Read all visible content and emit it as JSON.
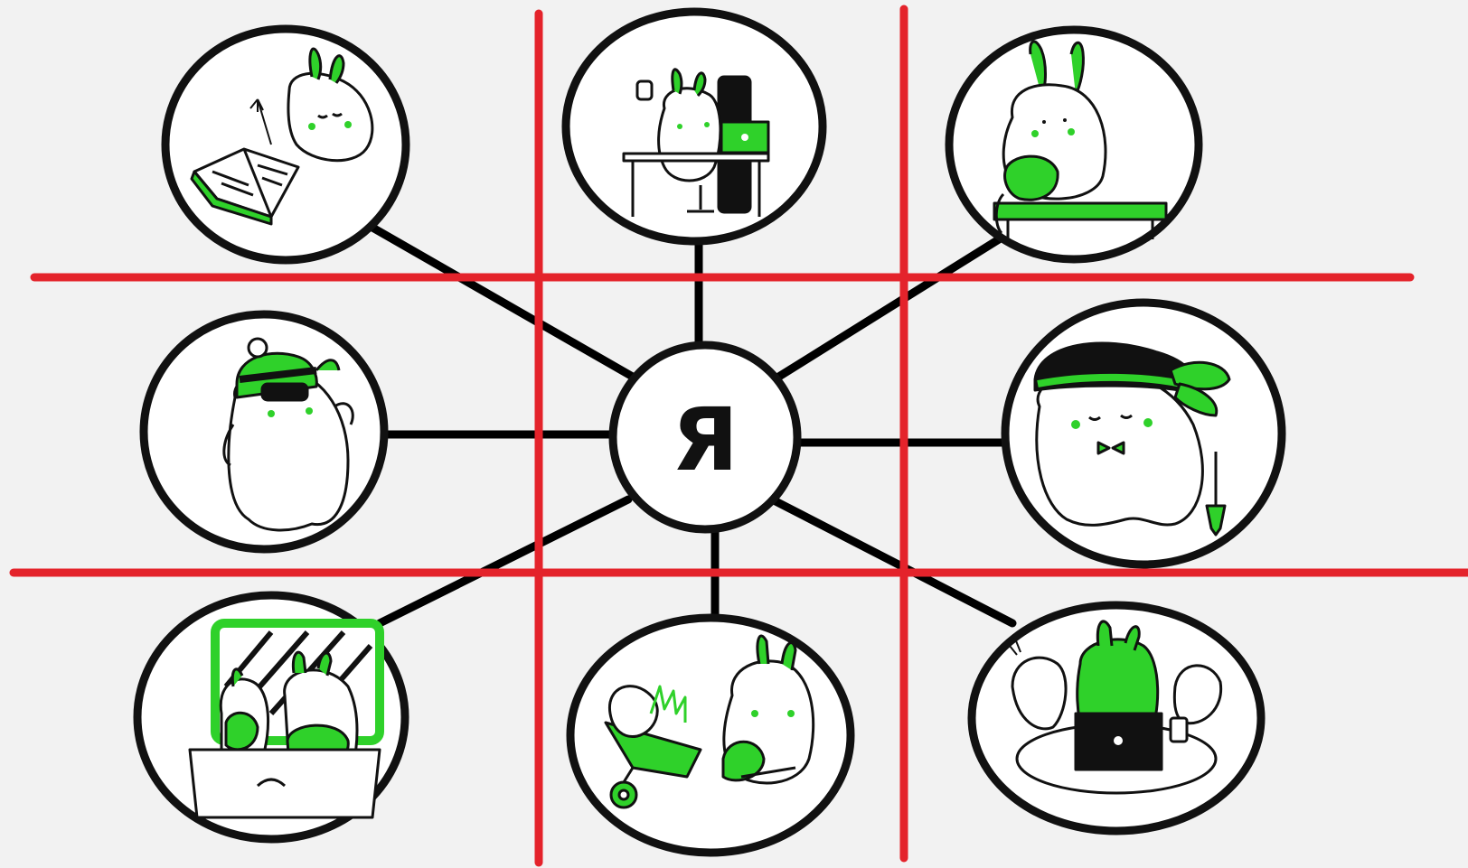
{
  "center": {
    "label": "Я"
  },
  "colors": {
    "background": "#f2f2f2",
    "grid_lines": "#e4232b",
    "connectors": "#000000",
    "accent_green": "#2fd12a",
    "outline": "#111111",
    "fill": "#ffffff"
  },
  "nodes": [
    {
      "name": "bunny-reading-book"
    },
    {
      "name": "bunny-at-laptop-desk"
    },
    {
      "name": "bunny-on-bench"
    },
    {
      "name": "bunny-in-winter-hat"
    },
    {
      "name": "bunny-in-bowler-hat"
    },
    {
      "name": "bunnies-in-suitcase"
    },
    {
      "name": "bunny-with-wheelbarrow"
    },
    {
      "name": "bunnies-with-laptop"
    }
  ]
}
